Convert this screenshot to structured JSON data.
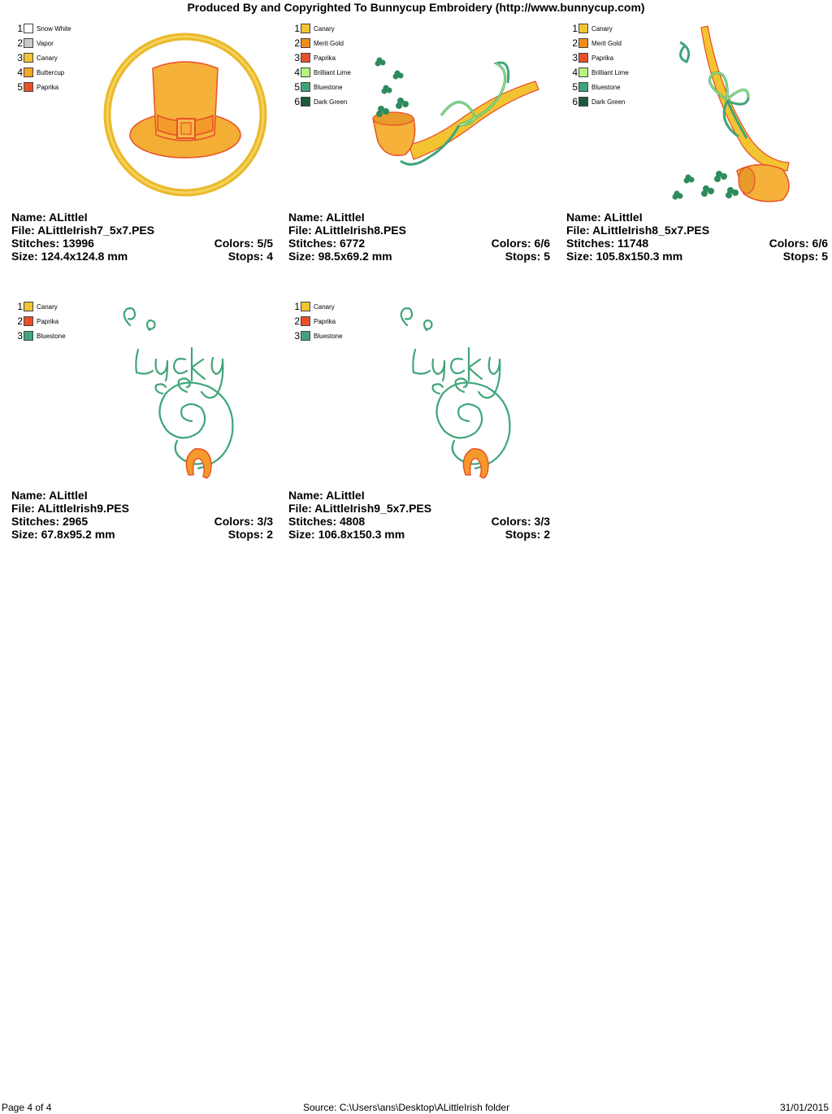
{
  "header": {
    "title": "Produced By and Copyrighted To Bunnycup Embroidery (http://www.bunnycup.com)"
  },
  "designs": [
    {
      "colors": [
        {
          "num": "1",
          "name": "Snow White",
          "hex": "#ffffff"
        },
        {
          "num": "2",
          "name": "Vapor",
          "hex": "#c8c8c8"
        },
        {
          "num": "3",
          "name": "Canary",
          "hex": "#f3c431"
        },
        {
          "num": "4",
          "name": "Buttercup",
          "hex": "#f5a623"
        },
        {
          "num": "5",
          "name": "Paprika",
          "hex": "#e8502a"
        }
      ],
      "name": "Name: ALittleI",
      "file": "File: ALittleIrish7_5x7.PES",
      "stitches": "Stitches: 13996",
      "colors_count": "Colors: 5/5",
      "size": "Size: 124.4x124.8 mm",
      "stops": "Stops: 4"
    },
    {
      "colors": [
        {
          "num": "1",
          "name": "Canary",
          "hex": "#f3c431"
        },
        {
          "num": "2",
          "name": "Merit Gold",
          "hex": "#f08c1c"
        },
        {
          "num": "3",
          "name": "Paprika",
          "hex": "#e8502a"
        },
        {
          "num": "4",
          "name": "Brilliant Lime",
          "hex": "#b6f57a"
        },
        {
          "num": "5",
          "name": "Bluestone",
          "hex": "#3fa579"
        },
        {
          "num": "6",
          "name": "Dark Green",
          "hex": "#1b5a3c"
        }
      ],
      "name": "Name: ALittleI",
      "file": "File: ALittleIrish8.PES",
      "stitches": "Stitches: 6772",
      "colors_count": "Colors: 6/6",
      "size": "Size: 98.5x69.2 mm",
      "stops": "Stops: 5"
    },
    {
      "colors": [
        {
          "num": "1",
          "name": "Canary",
          "hex": "#f3c431"
        },
        {
          "num": "2",
          "name": "Merit Gold",
          "hex": "#f08c1c"
        },
        {
          "num": "3",
          "name": "Paprika",
          "hex": "#e8502a"
        },
        {
          "num": "4",
          "name": "Brilliant Lime",
          "hex": "#b6f57a"
        },
        {
          "num": "5",
          "name": "Bluestone",
          "hex": "#3fa579"
        },
        {
          "num": "6",
          "name": "Dark Green",
          "hex": "#1b5a3c"
        }
      ],
      "name": "Name: ALittleI",
      "file": "File: ALittleIrish8_5x7.PES",
      "stitches": "Stitches: 11748",
      "colors_count": "Colors: 6/6",
      "size": "Size: 105.8x150.3 mm",
      "stops": "Stops: 5"
    },
    {
      "colors": [
        {
          "num": "1",
          "name": "Canary",
          "hex": "#f3c431"
        },
        {
          "num": "2",
          "name": "Paprika",
          "hex": "#e8502a"
        },
        {
          "num": "3",
          "name": "Bluestone",
          "hex": "#3fa579"
        }
      ],
      "name": "Name: ALittleI",
      "file": "File: ALittleIrish9.PES",
      "stitches": "Stitches: 2965",
      "colors_count": "Colors: 3/3",
      "size": "Size: 67.8x95.2 mm",
      "stops": "Stops: 2"
    },
    {
      "colors": [
        {
          "num": "1",
          "name": "Canary",
          "hex": "#f3c431"
        },
        {
          "num": "2",
          "name": "Paprika",
          "hex": "#e8502a"
        },
        {
          "num": "3",
          "name": "Bluestone",
          "hex": "#3fa579"
        }
      ],
      "name": "Name: ALittleI",
      "file": "File: ALittleIrish9_5x7.PES",
      "stitches": "Stitches: 4808",
      "colors_count": "Colors: 3/3",
      "size": "Size: 106.8x150.3 mm",
      "stops": "Stops: 2"
    }
  ],
  "footer": {
    "page": "Page 4 of 4",
    "source": "Source: C:\\Users\\ans\\Desktop\\ALittleIrish folder",
    "date": "31/01/2015"
  }
}
